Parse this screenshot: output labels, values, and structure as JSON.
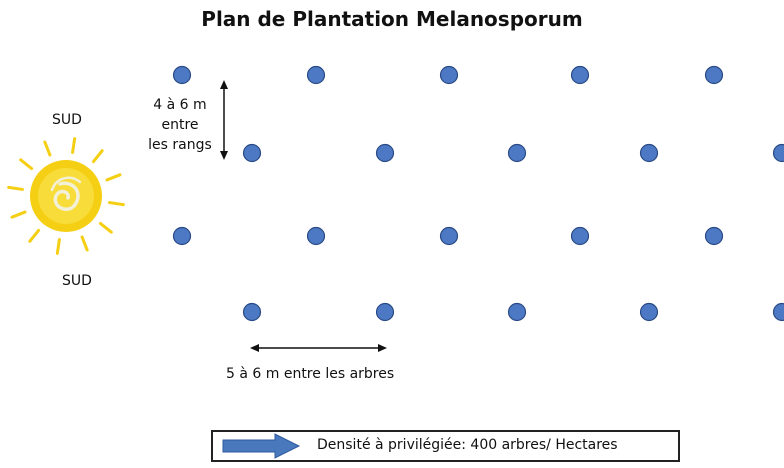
{
  "title": "Plan de Plantation Melanosporum",
  "sun": {
    "label_top": "SUD",
    "label_bottom": "SUD",
    "color": "#f5cf14",
    "ray_color": "#f5cf14"
  },
  "row_spacing": {
    "lines": [
      "4 à 6 m",
      "entre",
      "les rangs"
    ]
  },
  "tree_spacing": {
    "label": "5 à 6 m entre les arbres"
  },
  "legend": {
    "text": "Densité à privilégiée: 400 arbres/ Hectares",
    "arrow_color": "#4a78bd"
  },
  "tree_style": {
    "fill": "#4d79c4",
    "stroke": "#2a4a85"
  },
  "grid": {
    "rows": 4,
    "trees_per_row": [
      5,
      5,
      5,
      5
    ],
    "offset_rows": [
      2,
      4
    ]
  }
}
